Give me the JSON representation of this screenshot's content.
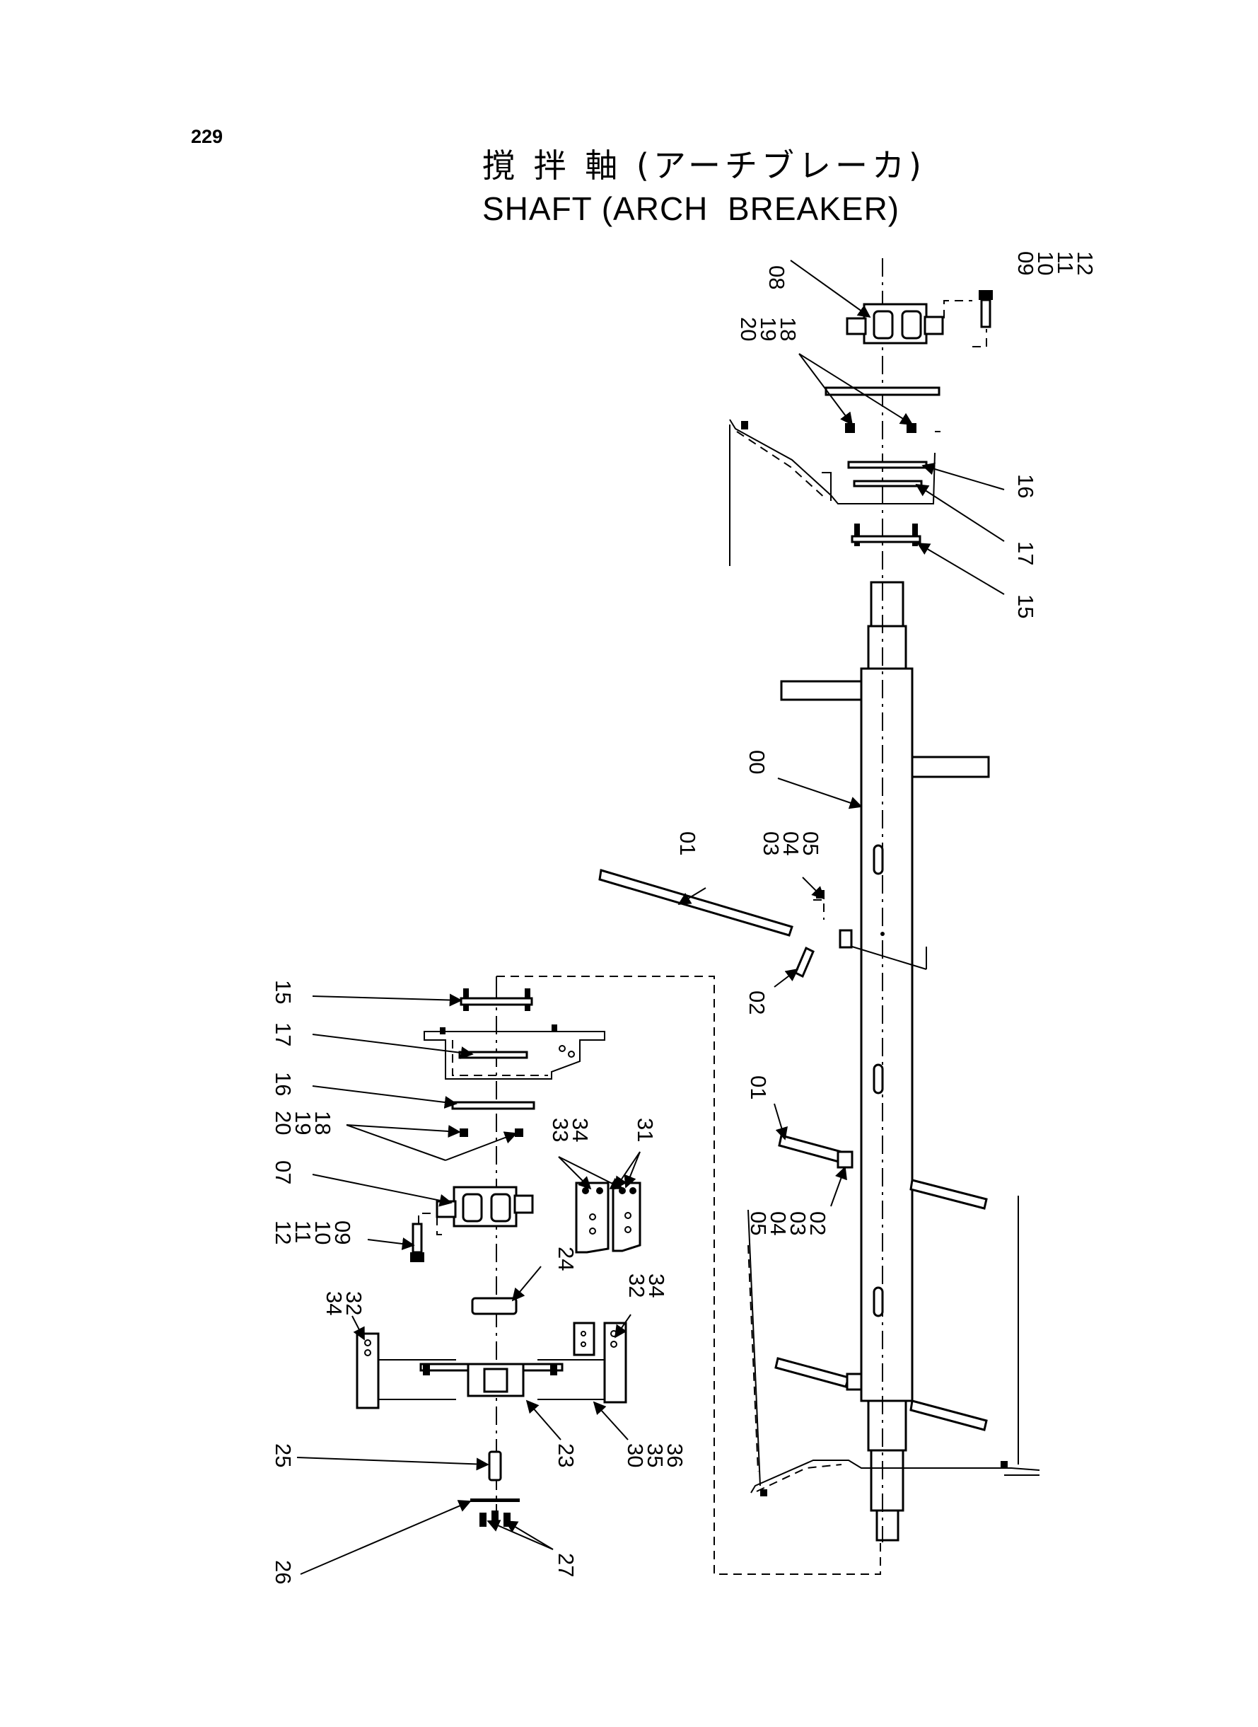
{
  "page_number": "229",
  "title_jp": "撹 拌 軸 (アーチブレーカ)",
  "title_en": "SHAFT (ARCH  BREAKER)",
  "callouts": {
    "top": {
      "c08": "08",
      "c09_12": [
        "09",
        "10",
        "11",
        "12"
      ],
      "c18_20": [
        "20",
        "19",
        "18"
      ],
      "c16": "16",
      "c17": "17",
      "c15": "15"
    },
    "shaft": {
      "c00": "00",
      "c01a": "01",
      "c03_05a": [
        "03",
        "04",
        "05"
      ],
      "c02": "02",
      "c01b": "01",
      "c02_05b": [
        "05",
        "04",
        "03",
        "02"
      ]
    },
    "lower": {
      "c15": "15",
      "c17": "17",
      "c16": "16",
      "c18_20": [
        "20",
        "19",
        "18"
      ],
      "c33_34": [
        "33",
        "34"
      ],
      "c31": "31",
      "c07": "07",
      "c09_12": [
        "12",
        "11",
        "10",
        "09"
      ],
      "c24": "24",
      "c32_34_left": [
        "34",
        "32"
      ],
      "c32_34_right": [
        "32",
        "34"
      ],
      "c25": "25",
      "c23": "23",
      "c30_36": [
        "30",
        "35",
        "36"
      ],
      "c26": "26",
      "c27": "27"
    }
  }
}
